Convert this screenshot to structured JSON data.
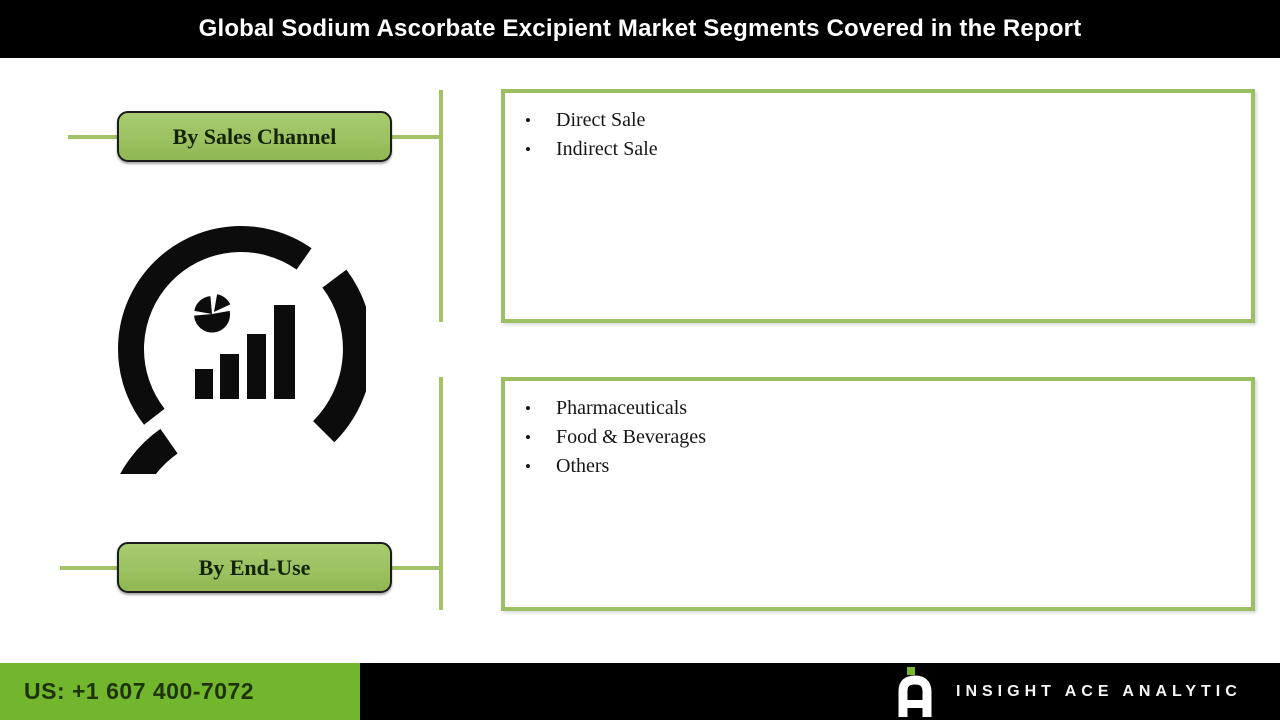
{
  "header": {
    "title": "Global Sodium Ascorbate Excipient Market Segments Covered in the Report"
  },
  "segments": [
    {
      "label": "By Sales Channel",
      "items": [
        "Direct Sale",
        "Indirect Sale"
      ]
    },
    {
      "label": "By End-Use",
      "items": [
        "Pharmaceuticals",
        "Food & Beverages",
        "Others"
      ]
    }
  ],
  "icon": {
    "name": "market-analytics-icon"
  },
  "footer": {
    "phone": "US: +1 607 400-7072",
    "brand": "INSIGHT ACE ANALYTIC"
  },
  "colors": {
    "header_black": "#000000",
    "button_green": "#9cc161",
    "box_border_green": "#9cbf63",
    "connector_green": "#a3c167",
    "footer_green": "#72b62e",
    "logo_square_green": "#76b82a",
    "icon_black": "#0c0c0c"
  }
}
